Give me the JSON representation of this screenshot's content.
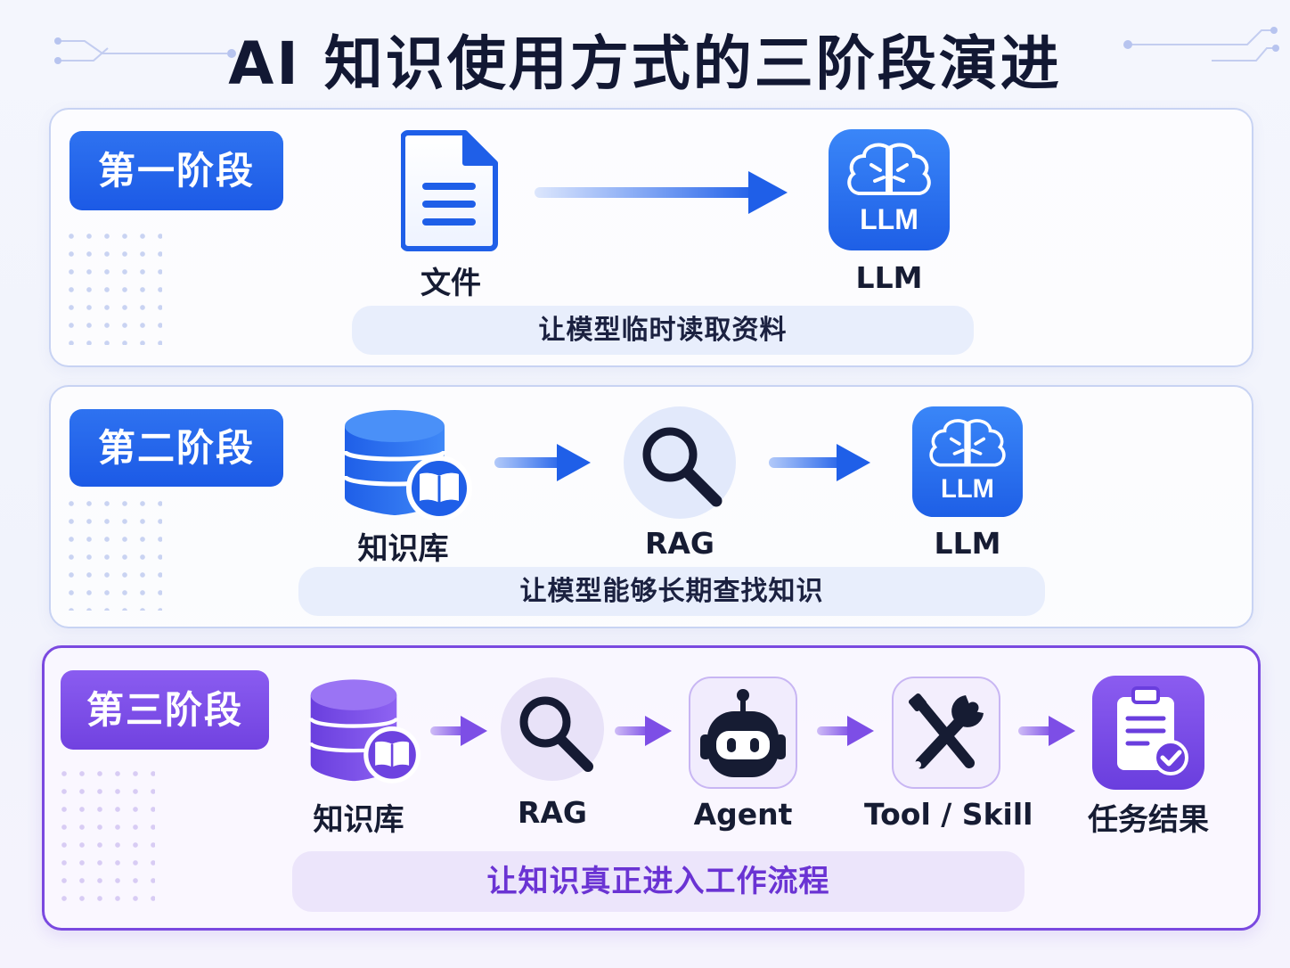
{
  "title": "AI 知识使用方式的三阶段演进",
  "colors": {
    "stage_blue": "#2565ec",
    "stage_purple": "#7d4ee6",
    "caption_text_purple": "#6a33d3",
    "title_text": "#121833"
  },
  "stages": [
    {
      "badge": "第一阶段",
      "nodes": [
        {
          "icon": "document-icon",
          "label": "文件"
        },
        {
          "icon": "brain-llm-icon",
          "icon_text": "LLM",
          "label": "LLM"
        }
      ],
      "caption": "让模型临时读取资料"
    },
    {
      "badge": "第二阶段",
      "nodes": [
        {
          "icon": "database-book-icon",
          "label": "知识库"
        },
        {
          "icon": "magnifier-icon",
          "label": "RAG"
        },
        {
          "icon": "brain-llm-icon",
          "icon_text": "LLM",
          "label": "LLM"
        }
      ],
      "caption": "让模型能够长期查找知识"
    },
    {
      "badge": "第三阶段",
      "nodes": [
        {
          "icon": "database-book-icon",
          "label": "知识库"
        },
        {
          "icon": "magnifier-icon",
          "label": "RAG"
        },
        {
          "icon": "robot-icon",
          "label": "Agent"
        },
        {
          "icon": "tools-icon",
          "label": "Tool / Skill"
        },
        {
          "icon": "clipboard-check-icon",
          "label": "任务结果"
        }
      ],
      "caption": "让知识真正进入工作流程"
    }
  ]
}
